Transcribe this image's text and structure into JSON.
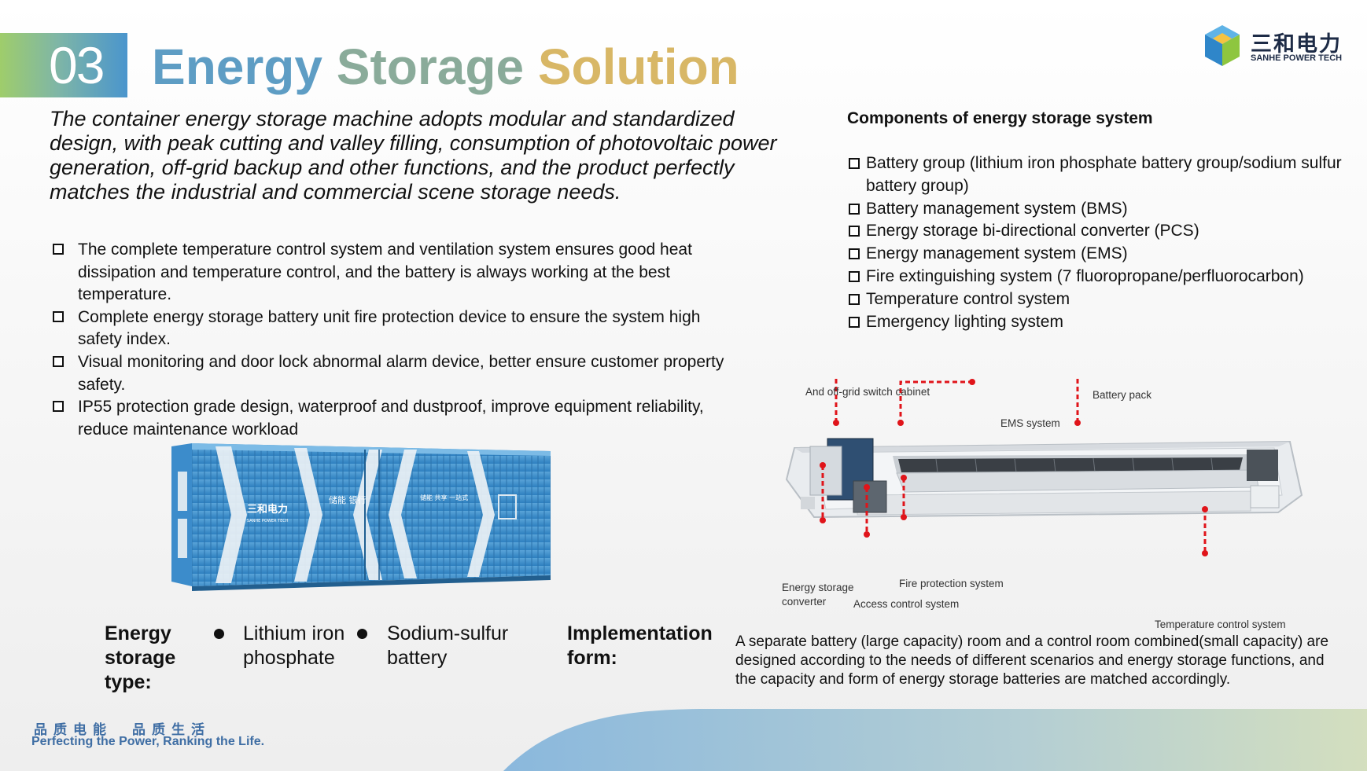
{
  "header": {
    "section_number": "03",
    "title_words": [
      "Energy",
      "Storage",
      "Solution"
    ]
  },
  "logo": {
    "cn": "三和电力",
    "en": "SANHE POWER TECH"
  },
  "intro": "The container energy storage machine adopts modular and standardized design, with peak cutting and valley filling, consumption of photovoltaic power generation, off-grid backup and other functions, and the product perfectly matches the industrial and commercial scene storage needs.",
  "features": [
    "The complete temperature control system and ventilation system ensures good heat dissipation and temperature control, and the battery is always working at the best temperature.",
    "Complete energy storage battery unit fire protection device to ensure the system high safety index.",
    "Visual monitoring and door lock abnormal alarm device, better ensure customer property safety.",
    "IP55 protection grade design, waterproof and dustproof, improve equipment reliability, reduce maintenance workload"
  ],
  "components": {
    "title": "Components of energy storage system",
    "items": [
      "Battery group (lithium iron phosphate battery group/sodium sulfur battery group)",
      "Battery management system (BMS)",
      "Energy storage bi-directional converter (PCS)",
      "Energy management system (EMS)",
      "Fire extinguishing system (7 fluoropropane/perfluorocarbon)",
      "Temperature control system",
      "Emergency lighting system"
    ]
  },
  "container_image": {
    "brand_cn": "三和电力",
    "brand_en": "SANHE POWER TECH",
    "side_text_1": "储能 银行",
    "side_text_2": "储能 共享 一站式"
  },
  "storage_type": {
    "label": "Energy storage type:",
    "options": [
      "Lithium iron phosphate",
      "Sodium-sulfur battery"
    ]
  },
  "implementation": {
    "label": "Implementation form:",
    "description": "A separate battery  (large capacity) room and a control room combined(small capacity) are designed according to the needs of different scenarios and energy storage functions, and the capacity and form of energy storage batteries are matched accordingly."
  },
  "diagram_labels": {
    "offgrid": "And off-grid switch cabinet",
    "battery_pack": "Battery pack",
    "ems": "EMS system",
    "converter_1": "Energy storage",
    "converter_2": "converter",
    "fire": "Fire protection system",
    "access": "Access control system",
    "temperature": "Temperature control system"
  },
  "footer": {
    "slogan_cn": "品质电能　品质生活",
    "slogan_en": "Perfecting the Power, Ranking the Life."
  },
  "colors": {
    "accent_blue": "#5e9dc4",
    "accent_green": "#8aab9a",
    "accent_gold": "#d8b766",
    "marker_red": "#e0141a",
    "footer_blue": "#3f6ea4"
  }
}
